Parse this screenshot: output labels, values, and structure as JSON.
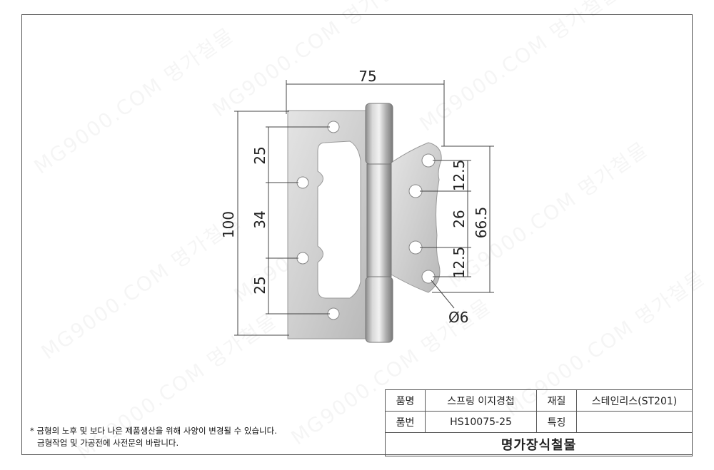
{
  "watermark_text": "MG9000.COM 명가철물",
  "dimensions": {
    "width_top": "75",
    "height_total": "100",
    "left_upper": "25",
    "left_middle": "34",
    "left_lower": "25",
    "right_upper": "12.5",
    "right_middle": "26",
    "right_lower": "12.5",
    "right_total": "66.5",
    "hole": "Ø6"
  },
  "title_block": {
    "product_name_label": "품명",
    "product_name_value": "스프링 이지경첩",
    "material_label": "재질",
    "material_value": "스테인리스(ST201)",
    "product_number_label": "품번",
    "product_number_value": "HS10075-25",
    "feature_label": "특징",
    "feature_value": "",
    "company": "명가장식철물"
  },
  "notes": {
    "line1": "* 금형의 노후 및 보다 나은 제품생산을 위해 사양이 변경될 수 있습니다.",
    "line2": "금형작업 및 가공전에 사전문의 바랍니다."
  },
  "colors": {
    "steel_light": "#d9d9d9",
    "steel_mid": "#bdbdbd",
    "steel_dark": "#8c8c8c",
    "line": "#444444"
  }
}
